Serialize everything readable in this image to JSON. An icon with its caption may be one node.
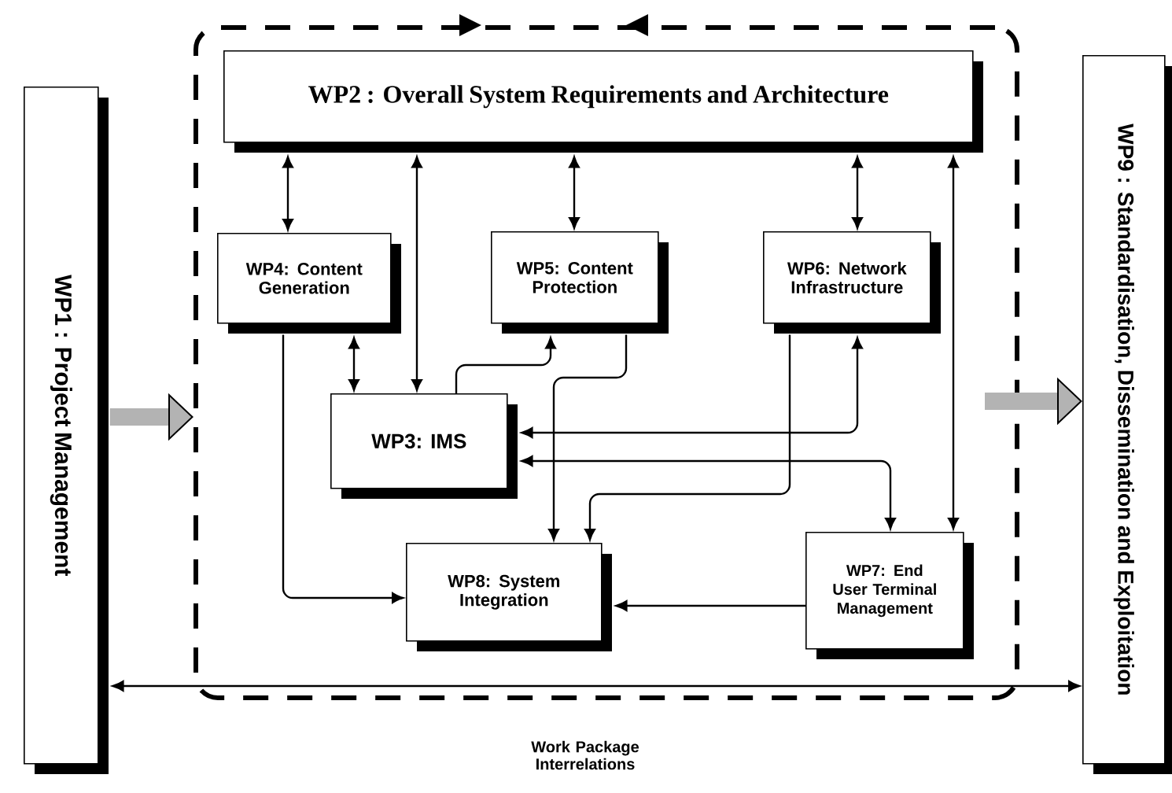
{
  "diagram": {
    "caption": "Work Package Interrelations",
    "nodes": [
      {
        "text": [
          "WP1 : Project Management"
        ]
      },
      {
        "text": [],
        "shape": "box"
      },
      {
        "text": [
          "WP2 : Overall System Requirements and Architecture"
        ],
        "in": 1
      },
      {
        "text": [
          "WP4: Content Generation"
        ],
        "in": 1
      },
      {
        "text": [
          "WP5: Content Protection"
        ],
        "in": 1
      },
      {
        "text": [
          "WP6: Network Infrastructure"
        ],
        "in": 1
      },
      {
        "text": [
          "WP3: IMS"
        ],
        "in": 1
      },
      {
        "text": [
          "WP8: System Integration"
        ],
        "in": 1
      },
      {
        "text": [
          "WP7: End User Terminal Management"
        ],
        "in": 1
      },
      {
        "text": [
          "WP9 : Standardisation, Dissemination and Exploitation"
        ]
      }
    ],
    "edges": [
      {
        "from": 0,
        "to": 1,
        "arrow": "to",
        "style": "thick",
        "color": "#b3b3b3"
      },
      {
        "from": 1,
        "to": 9,
        "arrow": "to",
        "style": "thick",
        "color": "#b3b3b3"
      },
      {
        "from": 0,
        "to": 9,
        "arrow": "both"
      },
      {
        "from": 2,
        "to": 3,
        "arrow": "both"
      },
      {
        "from": 2,
        "to": 6,
        "arrow": "both"
      },
      {
        "from": 2,
        "to": 4,
        "arrow": "both"
      },
      {
        "from": 2,
        "to": 5,
        "arrow": "both"
      },
      {
        "from": 2,
        "to": 8,
        "arrow": "both"
      },
      {
        "from": 3,
        "to": 6,
        "arrow": "both"
      },
      {
        "from": 3,
        "to": 7,
        "arrow": "to"
      },
      {
        "from": 6,
        "to": 4,
        "arrow": "to"
      },
      {
        "from": 4,
        "to": 7,
        "arrow": "to"
      },
      {
        "from": 6,
        "to": 5,
        "arrow": "both"
      },
      {
        "from": 6,
        "to": 8,
        "arrow": "both"
      },
      {
        "from": 5,
        "to": 7,
        "arrow": "to"
      },
      {
        "from": 8,
        "to": 7,
        "arrow": "to"
      }
    ]
  }
}
